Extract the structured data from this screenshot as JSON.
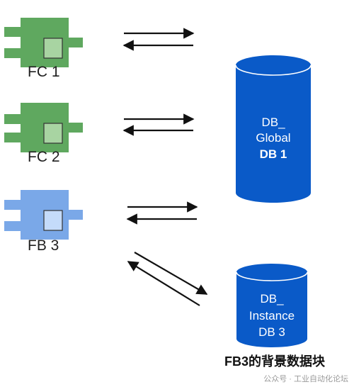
{
  "blocks": [
    {
      "label": "FC 1",
      "type": "FC",
      "color": "#5fa85f"
    },
    {
      "label": "FC 2",
      "type": "FC",
      "color": "#5fa85f"
    },
    {
      "label": "FB 3",
      "type": "FB",
      "color": "#7aa8e8"
    }
  ],
  "global_db": {
    "line1": "DB_",
    "line2": "Global",
    "line3": "DB 1",
    "color": "#0a5ac8"
  },
  "instance_db": {
    "line1": "DB_",
    "line2": "Instance",
    "line3": "DB 3",
    "color": "#0a5ac8"
  },
  "caption": "FB3的背景数据块",
  "watermark": "公众号 · 工业自动化论坛"
}
